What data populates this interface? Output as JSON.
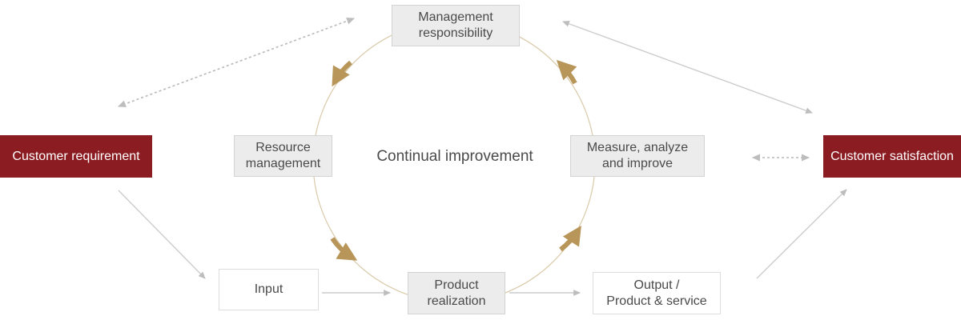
{
  "center": {
    "label": "Continual improvement"
  },
  "boxes": {
    "management": "Management\nresponsibility",
    "resource": "Resource\nmanagement",
    "measure": "Measure, analyze\nand improve",
    "product": "Product\nrealization",
    "input": "Input",
    "output": "Output /\nProduct & service",
    "customer_requirement": "Customer requirement",
    "customer_satisfaction": "Customer satisfaction"
  },
  "colors": {
    "accent_red": "#8b1c22",
    "cycle_arrow": "#b8965a",
    "circle_line": "#d9c9a8",
    "connector": "#cccccc"
  }
}
